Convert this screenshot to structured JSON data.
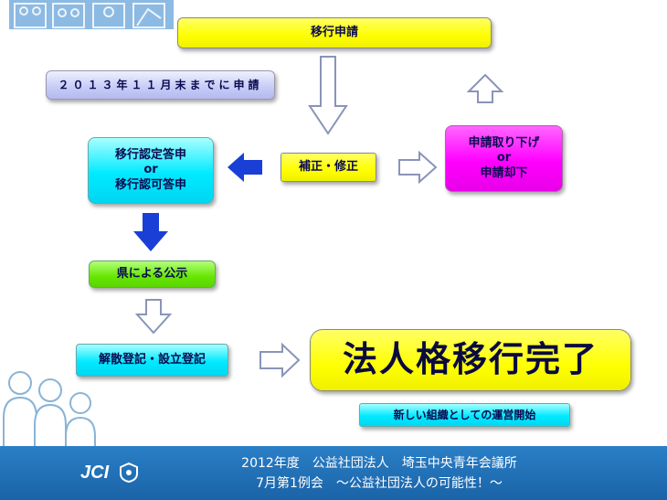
{
  "nodes": {
    "apply": "移行申請",
    "deadline": "２０１３年１１月末までに申請",
    "correction": "補正・修正",
    "certify_line1": "移行認定答申",
    "certify_line2": "or",
    "certify_line3": "移行認可答申",
    "withdraw_line1": "申請取り下げ",
    "withdraw_line2": "or",
    "withdraw_line3": "申請却下",
    "announce": "県による公示",
    "registration": "解散登記・設立登記",
    "complete": "法人格移行完了",
    "operation": "新しい組織としての運営開始"
  },
  "footer": {
    "line1": "2012年度　公益社団法人　埼玉中央青年会議所",
    "line2": "7月第1例会　～公益社団法人の可能性！～",
    "logo": "JCI"
  },
  "colors": {
    "yellow": "#ffff00",
    "cyan": "#00eaff",
    "magenta": "#ff00ff",
    "green": "#66e600",
    "lavender": "#c6cbf6",
    "blue_arrow": "#1a3fd6",
    "footer_blue": "#1f6fb8"
  },
  "icons": [
    "people-silhouette-icon",
    "figure-strip-icon",
    "jci-emblem-icon"
  ]
}
